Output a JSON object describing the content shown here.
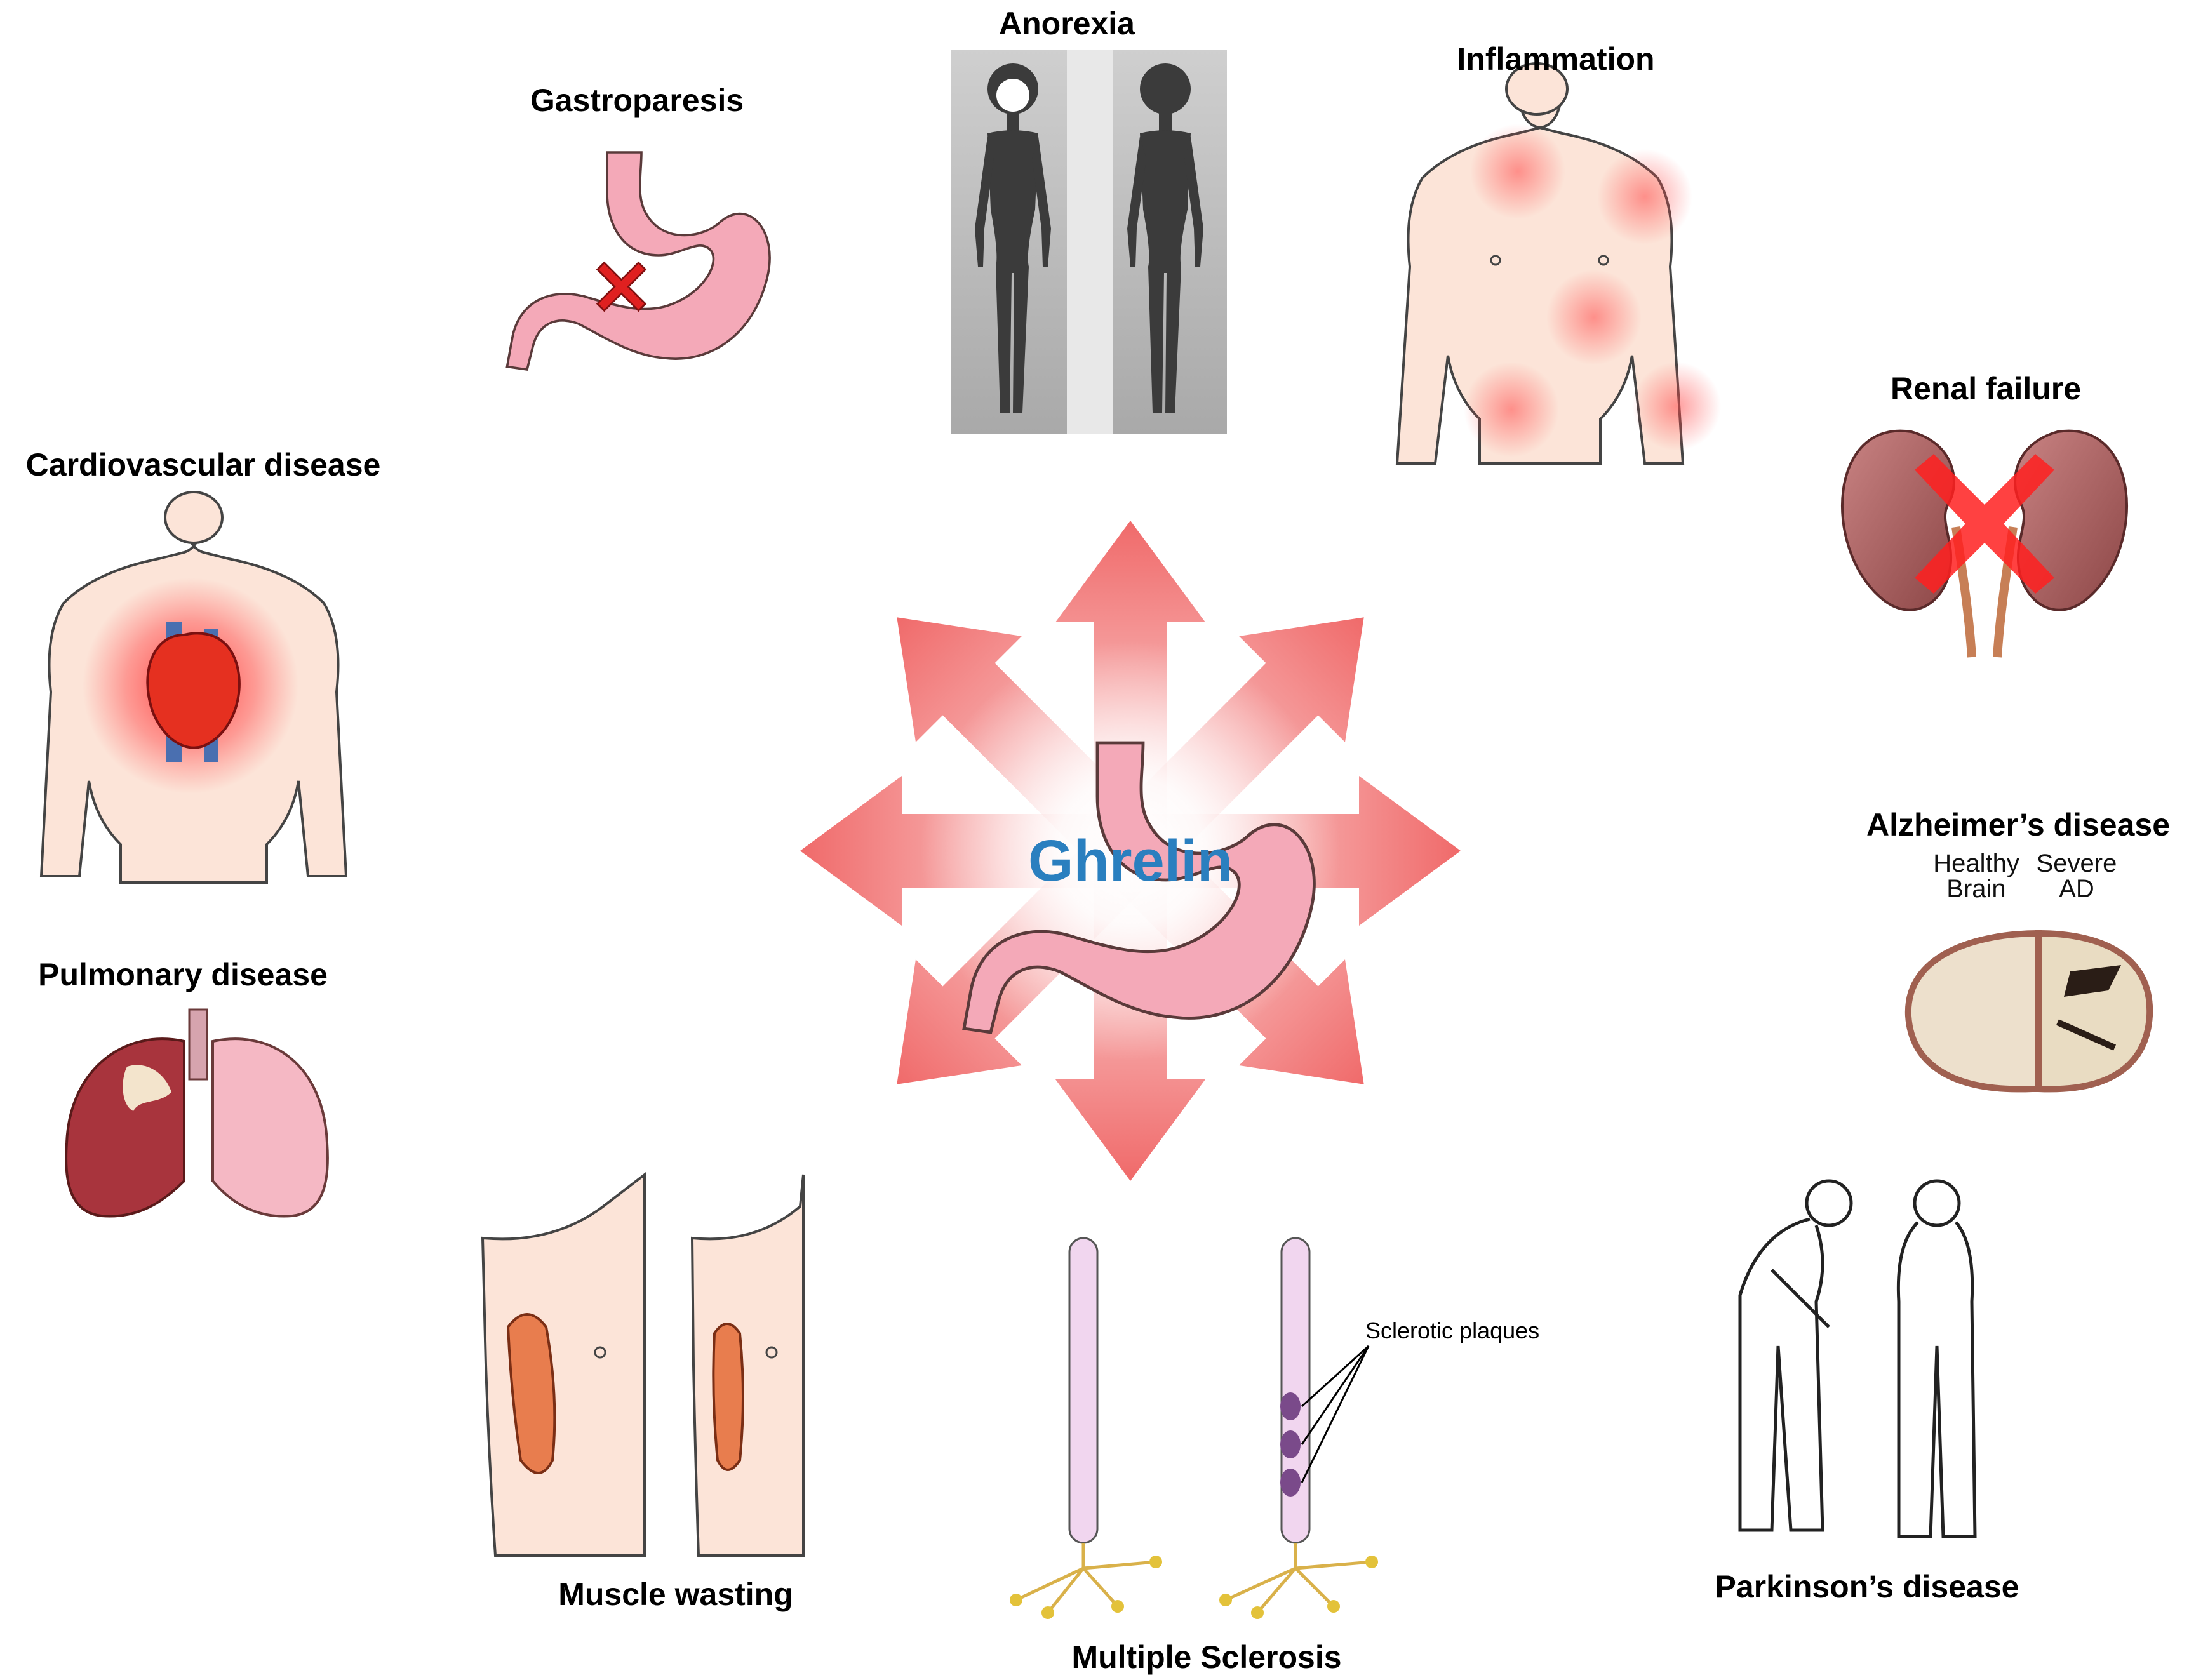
{
  "center": {
    "label": "Ghrelin"
  },
  "colors": {
    "arrow": "#f06a6a",
    "stomach": "#f4a9b8",
    "ghrelin_text": "#2a7fbf",
    "skin": "#fce4d8",
    "kidney": "#b86a6a",
    "lung_left": "#a8343d",
    "lung_right": "#f5b8c4",
    "axon": "#f1d6ef"
  },
  "conditions": [
    {
      "id": "gastroparesis",
      "label": "Gastroparesis"
    },
    {
      "id": "anorexia",
      "label": "Anorexia"
    },
    {
      "id": "inflammation",
      "label": "Inflammation"
    },
    {
      "id": "renal",
      "label": "Renal failure"
    },
    {
      "id": "cardio",
      "label": "Cardiovascular disease"
    },
    {
      "id": "alzheimers",
      "label": "Alzheimer’s disease"
    },
    {
      "id": "pulmonary",
      "label": "Pulmonary disease"
    },
    {
      "id": "muscle",
      "label": "Muscle wasting"
    },
    {
      "id": "ms",
      "label": "Multiple Sclerosis"
    },
    {
      "id": "parkinsons",
      "label": "Parkinson’s disease"
    }
  ],
  "alzheimers": {
    "healthy": "Healthy\nBrain",
    "severe": "Severe\nAD"
  },
  "ms": {
    "annotation": "Sclerotic plaques"
  },
  "icons": {
    "gastroparesis": "stomach-block-icon",
    "anorexia": "emaciated-figure-icon",
    "inflammation": "inflamed-torso-icon",
    "renal": "kidney-failure-icon",
    "cardio": "heart-torso-icon",
    "alzheimers": "brain-section-icon",
    "pulmonary": "lungs-icon",
    "muscle": "bicep-muscle-icon",
    "ms": "neuron-axon-icon",
    "parkinsons": "stooped-figure-icon",
    "center": "stomach-icon"
  }
}
